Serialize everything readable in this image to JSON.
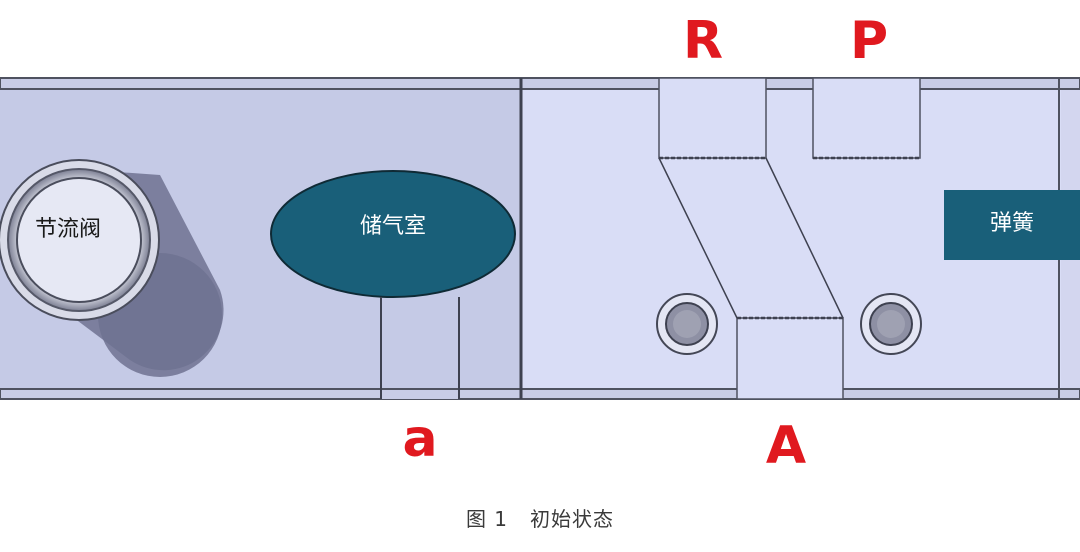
{
  "ports": {
    "r": "R",
    "p": "P",
    "a_lower": "a",
    "a_upper": "A"
  },
  "components": {
    "throttle_valve": "节流阀",
    "air_chamber": "储气室",
    "spring": "弹簧"
  },
  "caption": {
    "number": "图 1",
    "title": "初始状态"
  },
  "colors": {
    "left_block": "#c5cae6",
    "right_block": "#d9ddf6",
    "chamber": "#195f79",
    "spring": "#195f79",
    "port_label": "#e0191f"
  }
}
